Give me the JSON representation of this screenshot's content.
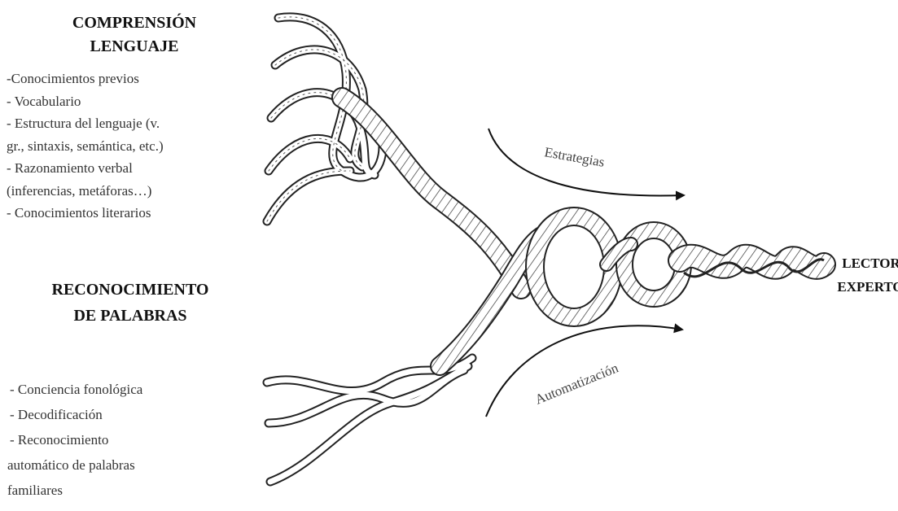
{
  "comprension": {
    "title_line1": "COMPRENSIÓN",
    "title_line2": "LENGUAJE",
    "items": [
      "-Conocimientos previos",
      "- Vocabulario",
      "- Estructura del lenguaje (v.",
      "gr., sintaxis, semántica, etc.)",
      "- Razonamiento verbal",
      "(inferencias, metáforas…)",
      "- Conocimientos literarios"
    ]
  },
  "reconocimiento": {
    "title_line1": "RECONOCIMIENTO",
    "title_line2": "DE PALABRAS",
    "items": [
      "- Conciencia fonológica",
      "- Decodificación",
      "- Reconocimiento",
      "automático de palabras",
      "familiares"
    ]
  },
  "arrows": {
    "top_label": "Estrategias",
    "bottom_label": "Automatización"
  },
  "result": {
    "line1": "LECTOR",
    "line2": "EXPERTO"
  },
  "colors": {
    "rope_outline": "#222222",
    "rope_fill": "#ffffff",
    "text": "#333333"
  }
}
